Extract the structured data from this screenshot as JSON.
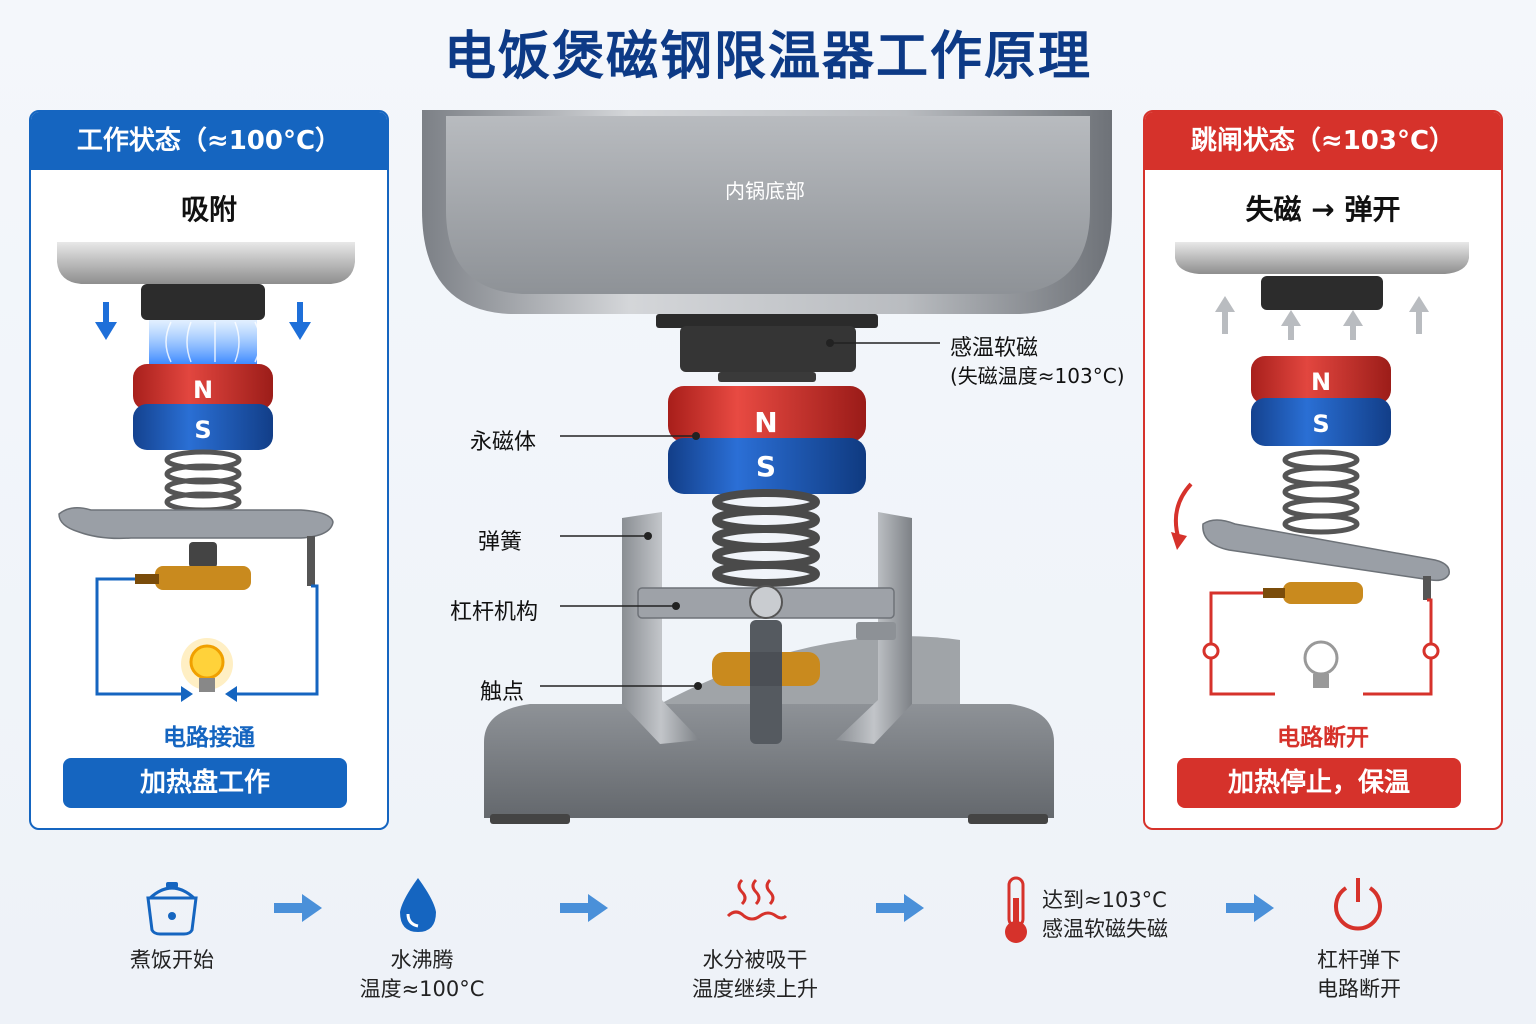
{
  "title": "电饭煲磁钢限温器工作原理",
  "left_panel": {
    "header": "工作状态（≈100°C）",
    "subtitle": "吸附",
    "magnet_n": "N",
    "magnet_s": "S",
    "status": "电路接通",
    "bar": "加热盘工作"
  },
  "right_panel": {
    "header": "跳闸状态（≈103°C）",
    "subtitle": "失磁 → 弹开",
    "magnet_n": "N",
    "magnet_s": "S",
    "status": "电路断开",
    "bar": "加热停止，保温"
  },
  "center": {
    "pot_label": "内锅底部",
    "soft_magnet_label": "感温软磁",
    "soft_magnet_note": "(失磁温度≈103°C)",
    "permanent_magnet_label": "永磁体",
    "spring_label": "弹簧",
    "lever_label": "杠杆机构",
    "contact_label": "触点",
    "magnet_n": "N",
    "magnet_s": "S"
  },
  "flow": [
    {
      "icon": "rice-cooker-icon",
      "lines": [
        "煮饭开始"
      ]
    },
    {
      "icon": "water-drop-icon",
      "lines": [
        "水沸腾",
        "温度≈100°C"
      ]
    },
    {
      "icon": "heat-waves-icon",
      "lines": [
        "水分被吸干",
        "温度继续上升"
      ]
    },
    {
      "icon": "thermometer-icon",
      "lines": [
        "达到≈103°C",
        "感温软磁失磁"
      ]
    },
    {
      "icon": "power-icon",
      "lines": [
        "杠杆弹下",
        "电路断开"
      ]
    }
  ],
  "colors": {
    "blue": "#1565c0",
    "red": "#d6322b",
    "title": "#0d3a86",
    "magnet_red": "#d83a34",
    "magnet_blue": "#1f5fc4",
    "contact": "#c98a1e"
  }
}
